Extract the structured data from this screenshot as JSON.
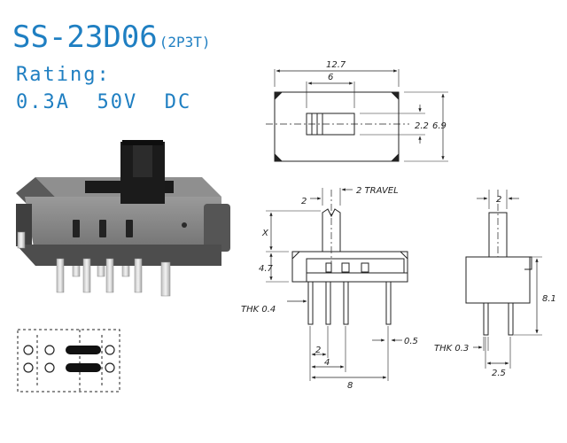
{
  "product": {
    "model": "SS-23D06",
    "poles": "(2P3T)",
    "rating_label": "Rating:",
    "rating_value": "0.3A  50V  DC"
  },
  "dimensions": {
    "top_total": "12.7",
    "top_slot": "6",
    "top_knob": "2.2",
    "top_height": "6.9",
    "front_knob": "2",
    "front_travel": "2 TRAVEL",
    "front_x": "X",
    "front_body": "4.7",
    "front_thk": "THK 0.4",
    "front_pin": "0.5",
    "front_pitch": "2",
    "front_span4": "4",
    "front_span8": "8",
    "side_knob": "2",
    "side_height": "8.1",
    "side_thk": "THK 0.3",
    "side_pitch": "2.5"
  },
  "colors": {
    "accent": "#1f7fc2",
    "line": "#222222"
  }
}
